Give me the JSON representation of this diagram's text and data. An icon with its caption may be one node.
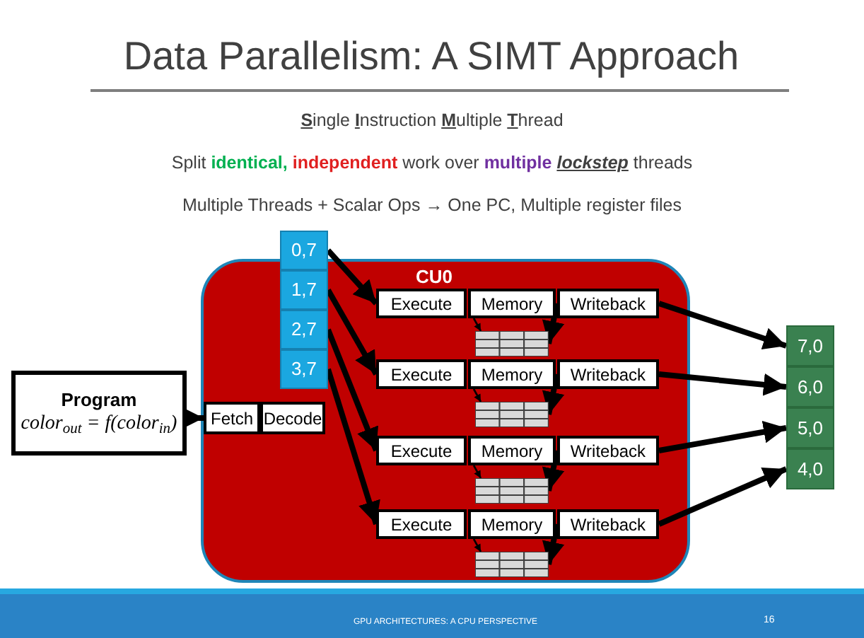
{
  "diagram": {
    "title": "Data Parallelism: A SIMT Approach",
    "nodes": [
      {
        "text": [
          "CU0"
        ]
      },
      {
        "text": [
          "0,7"
        ]
      },
      {
        "text": [
          "1,7"
        ],
        "in": 0
      },
      {
        "text": [
          "2,7"
        ],
        "in": 0
      },
      {
        "text": [
          "3,7"
        ],
        "in": 0
      },
      {
        "text": [
          "Program",
          "color$_{out}$ = f(color$_{in}$)"
        ]
      },
      {
        "text": [
          "Fetch"
        ],
        "in": 0
      },
      {
        "text": [
          "Decode"
        ],
        "in": 0
      },
      {
        "text": [
          "Execute"
        ],
        "in": 0
      },
      {
        "text": [
          "Memory"
        ],
        "in": 0
      },
      {
        "text": [
          "Writeback"
        ],
        "in": 0
      },
      {
        "text": [],
        "shape": "grid",
        "in": 0
      },
      {
        "text": [
          "Execute"
        ],
        "in": 0
      },
      {
        "text": [
          "Memory"
        ],
        "in": 0
      },
      {
        "text": [
          "Writeback"
        ],
        "in": 0
      },
      {
        "text": [],
        "shape": "grid",
        "in": 0
      },
      {
        "text": [
          "Execute"
        ],
        "in": 0
      },
      {
        "text": [
          "Memory"
        ],
        "in": 0
      },
      {
        "text": [
          "Writeback"
        ],
        "in": 0
      },
      {
        "text": [],
        "shape": "grid",
        "in": 0
      },
      {
        "text": [
          "Execute"
        ],
        "in": 0
      },
      {
        "text": [
          "Memory"
        ],
        "in": 0
      },
      {
        "text": [
          "Writeback"
        ],
        "in": 0
      },
      {
        "text": [],
        "shape": "grid",
        "in": 0
      },
      {
        "text": [
          "7,0"
        ]
      },
      {
        "text": [
          "6,0"
        ]
      },
      {
        "text": [
          "5,0"
        ]
      },
      {
        "text": [
          "4,0"
        ]
      }
    ],
    "edges": [
      {
        "from": 5,
        "to": 6,
        "arrow": "to"
      },
      {
        "from": 1,
        "to": 8,
        "arrow": "to"
      },
      {
        "from": 2,
        "to": 12,
        "arrow": "to"
      },
      {
        "from": 3,
        "to": 16,
        "arrow": "to"
      },
      {
        "from": 4,
        "to": 20,
        "arrow": "to"
      },
      {
        "from": 9,
        "to": 11,
        "arrow": "to"
      },
      {
        "from": 10,
        "to": 11,
        "arrow": "to"
      },
      {
        "from": 10,
        "to": 24,
        "arrow": "to"
      },
      {
        "from": 13,
        "to": 15,
        "arrow": "to"
      },
      {
        "from": 14,
        "to": 15,
        "arrow": "to"
      },
      {
        "from": 14,
        "to": 25,
        "arrow": "to"
      },
      {
        "from": 17,
        "to": 19,
        "arrow": "to"
      },
      {
        "from": 18,
        "to": 19,
        "arrow": "to"
      },
      {
        "from": 18,
        "to": 26,
        "arrow": "to"
      },
      {
        "from": 21,
        "to": 23,
        "arrow": "to"
      },
      {
        "from": 22,
        "to": 23,
        "arrow": "to"
      },
      {
        "from": 22,
        "to": 27,
        "arrow": "to"
      }
    ],
    "labels": [
      "**S**ingle **I**nstruction **M**ultiple **T**hread",
      "Split **identical,** **independent** work over **multiple** **lockstep** threads",
      "Multiple Threads + Scalar Ops → One PC, Multiple register files",
      "GPU ARCHITECTURES: A CPU PERSPECTIVE",
      "16"
    ]
  }
}
